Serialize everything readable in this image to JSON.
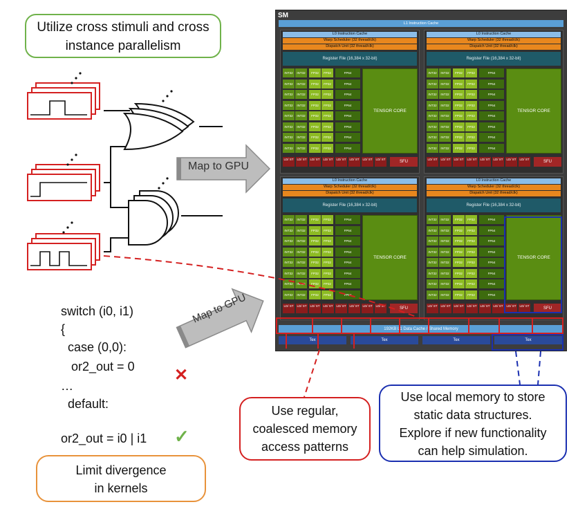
{
  "top_note": {
    "line1": "Utilize cross stimuli and cross",
    "line2": "instance parallelism"
  },
  "arrows": {
    "top_label": "Map to GPU",
    "bottom_label": "Map to GPU"
  },
  "sm": {
    "label": "SM",
    "l1_instruction_cache": "L1 Instruction Cache",
    "l0_instruction_cache": "L0 Instruction Cache",
    "warp_scheduler": "Warp Scheduler (32 thread/clk)",
    "dispatch_unit": "Dispatch Unit (32 thread/clk)",
    "register_file": "Register File (16,384 x 32-bit)",
    "int32": "INT32",
    "fp32": "FP32",
    "fp64": "FP64",
    "tensor_core": "TENSOR CORE",
    "ld_st": "LD/ ST",
    "sfu": "SFU",
    "l1_data_cache": "192KB L1 Data Cache / Shared Memory",
    "tex": "Tex"
  },
  "code": {
    "line1": "switch (i0, i1)",
    "line2": "{",
    "line3": "  case (0,0):",
    "line4": "   or2_out = 0",
    "line5": "…",
    "line6": "  default:",
    "line7": "or2_out = i0 | i1"
  },
  "marks": {
    "cross": "✕",
    "check": "✓"
  },
  "callouts": {
    "divergence": {
      "line1": "Limit divergence",
      "line2": "in kernels"
    },
    "coalesced": {
      "line1": "Use regular,",
      "line2": "coalesced memory",
      "line3": "access patterns"
    },
    "local_memory": {
      "line1": "Use local memory to store",
      "line2": "static data structures.",
      "line3": "Explore if new functionality",
      "line4": "can help simulation."
    }
  },
  "colors": {
    "green_border": "#6fb24a",
    "red": "#d42020",
    "blue": "#1a2fb0",
    "orange_border": "#e8923a",
    "arrow_fill": "#bdbdbd"
  }
}
